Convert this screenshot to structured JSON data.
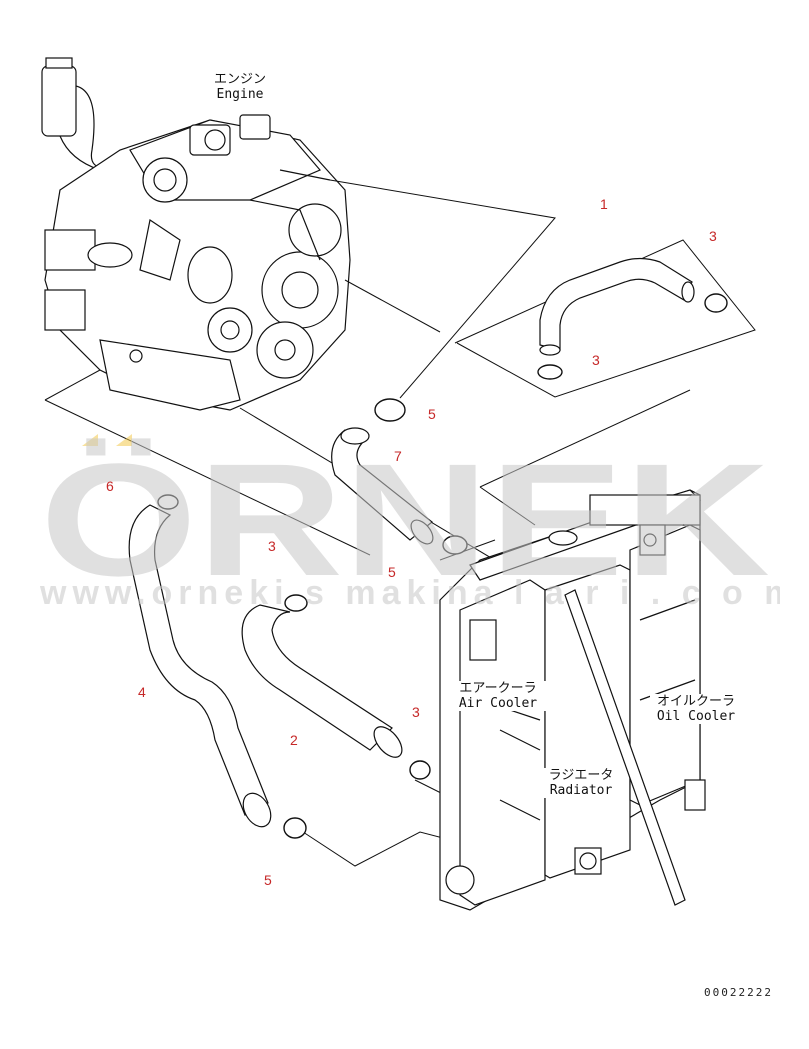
{
  "labels": {
    "engine_jp": "エンジン",
    "engine_en": "Engine",
    "air_cooler_jp": "エアークーラ",
    "air_cooler_en": "Air Cooler",
    "radiator_jp": "ラジエータ",
    "radiator_en": "Radiator",
    "oil_cooler_jp": "オイルクーラ",
    "oil_cooler_en": "Oil Cooler"
  },
  "callouts": {
    "n1": "1",
    "n2": "2",
    "n3a": "3",
    "n3b": "3",
    "n3c": "3",
    "n3d": "3",
    "n4": "4",
    "n5a": "5",
    "n5b": "5",
    "n5c": "5",
    "n6": "6",
    "n7": "7"
  },
  "watermark": {
    "brand": "ÖRNEK",
    "url": "www.orneki s makina l a r i . c o m . t r"
  },
  "doc_number": "00022222",
  "colors": {
    "line": "#111111",
    "callout": "#c62828",
    "watermark": "#c8c8c8",
    "watermark_accent": "#f2c94c"
  }
}
